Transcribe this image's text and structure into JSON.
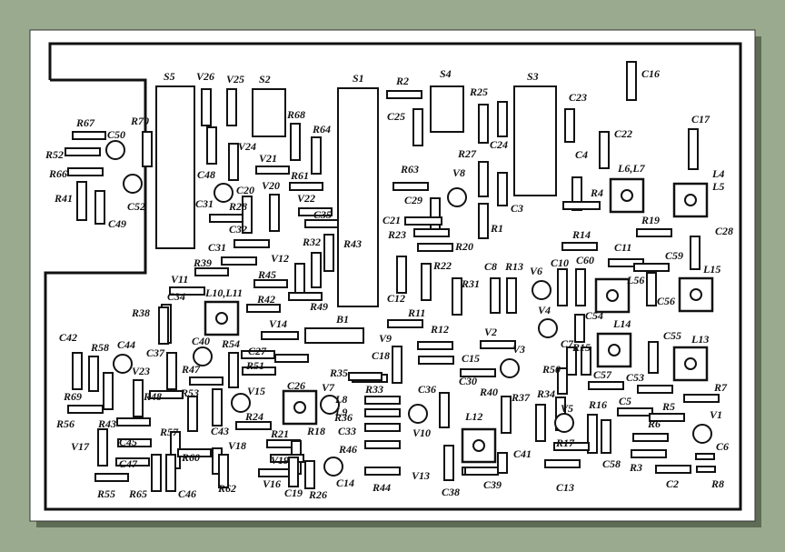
{
  "colors": {
    "background": "#9aaa8e",
    "paper": "#ffffff",
    "ink": "#111111",
    "shadow": "#5e6b55"
  },
  "parts": [
    {
      "id": "S5",
      "label": "S5"
    },
    {
      "id": "V26",
      "label": "V26"
    },
    {
      "id": "V25",
      "label": "V25"
    },
    {
      "id": "S2",
      "label": "S2"
    },
    {
      "id": "S1",
      "label": "S1"
    },
    {
      "id": "R2",
      "label": "R2"
    },
    {
      "id": "S4",
      "label": "S4"
    },
    {
      "id": "S3",
      "label": "S3"
    },
    {
      "id": "C16",
      "label": "C16"
    },
    {
      "id": "R67",
      "label": "R67"
    },
    {
      "id": "R70",
      "label": "R70"
    },
    {
      "id": "C50",
      "label": "C50"
    },
    {
      "id": "R52",
      "label": "R52"
    },
    {
      "id": "R66",
      "label": "R66"
    },
    {
      "id": "R41",
      "label": "R41"
    },
    {
      "id": "C52",
      "label": "C52"
    },
    {
      "id": "C49",
      "label": "C49"
    },
    {
      "id": "R68",
      "label": "R68"
    },
    {
      "id": "R64",
      "label": "R64"
    },
    {
      "id": "V24",
      "label": "V24"
    },
    {
      "id": "C48",
      "label": "C48"
    },
    {
      "id": "V21",
      "label": "V21"
    },
    {
      "id": "R61",
      "label": "R61"
    },
    {
      "id": "C20",
      "label": "C20"
    },
    {
      "id": "V20",
      "label": "V20"
    },
    {
      "id": "C31a",
      "label": "C31"
    },
    {
      "id": "R28",
      "label": "R28"
    },
    {
      "id": "V22",
      "label": "V22"
    },
    {
      "id": "C35",
      "label": "C35"
    },
    {
      "id": "C32",
      "label": "C32"
    },
    {
      "id": "R32",
      "label": "R32"
    },
    {
      "id": "R43",
      "label": "R43"
    },
    {
      "id": "C31b",
      "label": "C31"
    },
    {
      "id": "V12",
      "label": "V12"
    },
    {
      "id": "R39",
      "label": "R39"
    },
    {
      "id": "R45",
      "label": "R45"
    },
    {
      "id": "V11",
      "label": "V11"
    },
    {
      "id": "C34",
      "label": "C34"
    },
    {
      "id": "L10L11",
      "label": "L10,L11"
    },
    {
      "id": "R42",
      "label": "R42"
    },
    {
      "id": "R49",
      "label": "R49"
    },
    {
      "id": "R38",
      "label": "R38"
    },
    {
      "id": "V14",
      "label": "V14"
    },
    {
      "id": "B1",
      "label": "B1"
    },
    {
      "id": "R25",
      "label": "R25"
    },
    {
      "id": "C25",
      "label": "C25"
    },
    {
      "id": "C24",
      "label": "C24"
    },
    {
      "id": "C23",
      "label": "C23"
    },
    {
      "id": "R27",
      "label": "R27"
    },
    {
      "id": "C22",
      "label": "C22"
    },
    {
      "id": "C17",
      "label": "C17"
    },
    {
      "id": "C4",
      "label": "C4"
    },
    {
      "id": "R63",
      "label": "R63"
    },
    {
      "id": "V8",
      "label": "V8"
    },
    {
      "id": "L6L7",
      "label": "L6,L7"
    },
    {
      "id": "L4L5",
      "label": "L4\nL5"
    },
    {
      "id": "C29",
      "label": "C29"
    },
    {
      "id": "C3",
      "label": "C3"
    },
    {
      "id": "R4",
      "label": "R4"
    },
    {
      "id": "C21",
      "label": "C21"
    },
    {
      "id": "R1",
      "label": "R1"
    },
    {
      "id": "R23",
      "label": "R23"
    },
    {
      "id": "R19",
      "label": "R19"
    },
    {
      "id": "C28",
      "label": "C28"
    },
    {
      "id": "R14",
      "label": "R14"
    },
    {
      "id": "R20",
      "label": "R20"
    },
    {
      "id": "C11",
      "label": "C11"
    },
    {
      "id": "C59",
      "label": "C59"
    },
    {
      "id": "R22",
      "label": "R22"
    },
    {
      "id": "C8",
      "label": "C8"
    },
    {
      "id": "R13",
      "label": "R13"
    },
    {
      "id": "V6",
      "label": "V6"
    },
    {
      "id": "C10",
      "label": "C10"
    },
    {
      "id": "C60",
      "label": "C60"
    },
    {
      "id": "L15",
      "label": "L15"
    },
    {
      "id": "R31",
      "label": "R31"
    },
    {
      "id": "L56",
      "label": "L56"
    },
    {
      "id": "C56",
      "label": "C56"
    },
    {
      "id": "C12",
      "label": "C12"
    },
    {
      "id": "R11",
      "label": "R11"
    },
    {
      "id": "V4",
      "label": "V4"
    },
    {
      "id": "C54",
      "label": "C54"
    },
    {
      "id": "L14",
      "label": "L14"
    },
    {
      "id": "C42",
      "label": "C42"
    },
    {
      "id": "R58",
      "label": "R58"
    },
    {
      "id": "C44",
      "label": "C44"
    },
    {
      "id": "C37",
      "label": "C37"
    },
    {
      "id": "C40",
      "label": "C40"
    },
    {
      "id": "R54",
      "label": "R54"
    },
    {
      "id": "C27",
      "label": "C27"
    },
    {
      "id": "V9",
      "label": "V9"
    },
    {
      "id": "R12",
      "label": "R12"
    },
    {
      "id": "V2",
      "label": "V2"
    },
    {
      "id": "C7",
      "label": "C7"
    },
    {
      "id": "R15",
      "label": "R15"
    },
    {
      "id": "C55",
      "label": "C55"
    },
    {
      "id": "L13",
      "label": "L13"
    },
    {
      "id": "V23",
      "label": "V23"
    },
    {
      "id": "R47",
      "label": "R47"
    },
    {
      "id": "R51",
      "label": "R51"
    },
    {
      "id": "C18",
      "label": "C18"
    },
    {
      "id": "C15",
      "label": "C15"
    },
    {
      "id": "V3",
      "label": "V3"
    },
    {
      "id": "R50",
      "label": "R50"
    },
    {
      "id": "C57",
      "label": "C57"
    },
    {
      "id": "C53",
      "label": "C53"
    },
    {
      "id": "R69",
      "label": "R69"
    },
    {
      "id": "R48",
      "label": "R48"
    },
    {
      "id": "R53",
      "label": "R53"
    },
    {
      "id": "C26",
      "label": "C26"
    },
    {
      "id": "L8L9",
      "label": "L8\nL9"
    },
    {
      "id": "V7",
      "label": "V7"
    },
    {
      "id": "R35",
      "label": "R35"
    },
    {
      "id": "C30",
      "label": "C30"
    },
    {
      "id": "R40",
      "label": "R40"
    },
    {
      "id": "R37",
      "label": "R37"
    },
    {
      "id": "R34",
      "label": "R34"
    },
    {
      "id": "R7",
      "label": "R7"
    },
    {
      "id": "V15",
      "label": "V15"
    },
    {
      "id": "R33",
      "label": "R33"
    },
    {
      "id": "C36",
      "label": "C36"
    },
    {
      "id": "R16",
      "label": "R16"
    },
    {
      "id": "C5",
      "label": "C5"
    },
    {
      "id": "R5",
      "label": "R5"
    },
    {
      "id": "R56",
      "label": "R56"
    },
    {
      "id": "R43b",
      "label": "R43"
    },
    {
      "id": "R57",
      "label": "R57"
    },
    {
      "id": "C43",
      "label": "C43"
    },
    {
      "id": "R24",
      "label": "R24"
    },
    {
      "id": "R36",
      "label": "R36"
    },
    {
      "id": "V5",
      "label": "V5"
    },
    {
      "id": "V1",
      "label": "V1"
    },
    {
      "id": "V17",
      "label": "V17"
    },
    {
      "id": "C45",
      "label": "C45"
    },
    {
      "id": "V18",
      "label": "V18"
    },
    {
      "id": "R21",
      "label": "R21"
    },
    {
      "id": "R18",
      "label": "R18"
    },
    {
      "id": "C33",
      "label": "C33"
    },
    {
      "id": "V10",
      "label": "V10"
    },
    {
      "id": "L12",
      "label": "L12"
    },
    {
      "id": "R6",
      "label": "R6"
    },
    {
      "id": "R60",
      "label": "R60"
    },
    {
      "id": "C47",
      "label": "C47"
    },
    {
      "id": "R46",
      "label": "R46"
    },
    {
      "id": "R17",
      "label": "R17"
    },
    {
      "id": "C6",
      "label": "C6"
    },
    {
      "id": "V19",
      "label": "V19"
    },
    {
      "id": "C14",
      "label": "C14"
    },
    {
      "id": "V13",
      "label": "V13"
    },
    {
      "id": "C41",
      "label": "C41"
    },
    {
      "id": "C58",
      "label": "C58"
    },
    {
      "id": "R3",
      "label": "R3"
    },
    {
      "id": "R8",
      "label": "R8"
    },
    {
      "id": "R55",
      "label": "R55"
    },
    {
      "id": "R65",
      "label": "R65"
    },
    {
      "id": "C46",
      "label": "C46"
    },
    {
      "id": "R62",
      "label": "R62"
    },
    {
      "id": "V16",
      "label": "V16"
    },
    {
      "id": "C19",
      "label": "C19"
    },
    {
      "id": "R26",
      "label": "R26"
    },
    {
      "id": "R44",
      "label": "R44"
    },
    {
      "id": "C38",
      "label": "C38"
    },
    {
      "id": "C39",
      "label": "C39"
    },
    {
      "id": "C13",
      "label": "C13"
    },
    {
      "id": "C2",
      "label": "C2"
    }
  ]
}
